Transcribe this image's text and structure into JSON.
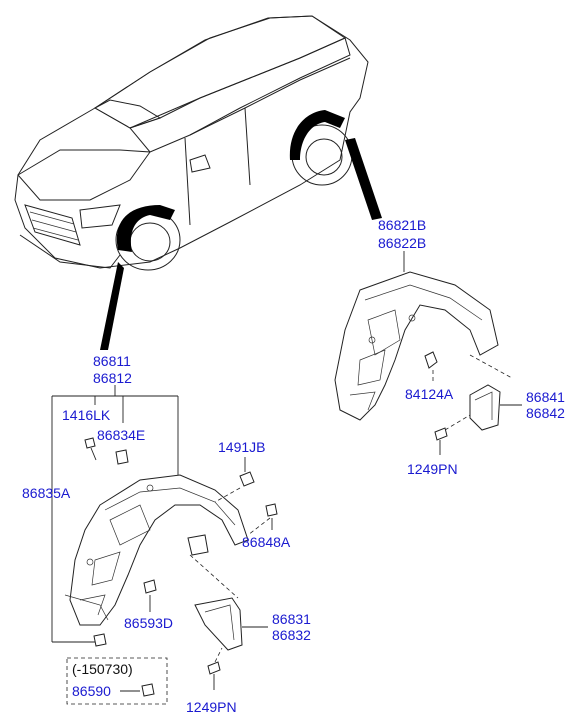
{
  "colors": {
    "part_number": "#1a1ad0",
    "line": "#222222",
    "fill_black": "#000000"
  },
  "labels": {
    "rear_guard": [
      "86821B",
      "86822B"
    ],
    "front_guard": [
      "86811",
      "86812"
    ],
    "bolt_1416LK": "1416LK",
    "clip_86834E": "86834E",
    "front_assy_86835A": "86835A",
    "nut_1491JB": "1491JB",
    "clip_86848A": "86848A",
    "clip_86593D": "86593D",
    "mudguard_front": [
      "86831",
      "86832"
    ],
    "screw_front": "1249PN",
    "nut_84124A": "84124A",
    "mudguard_rear": [
      "86841",
      "86842"
    ],
    "screw_rear": "1249PN",
    "note_date": "(-150730)",
    "clip_86590": "86590"
  }
}
